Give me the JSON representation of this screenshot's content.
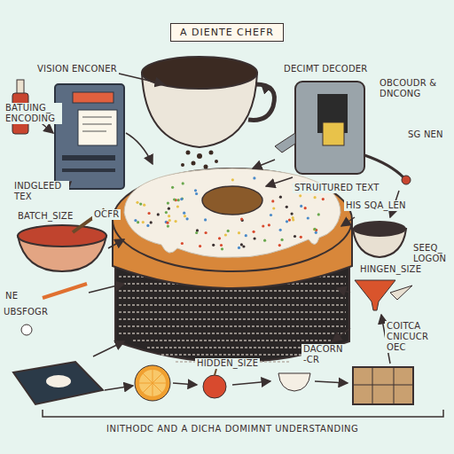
{
  "diagram": {
    "title": "A DIENTE CHEFR",
    "caption": "INITHODC AND A DICHA DOMIMNT UNDERSTANDING",
    "labels": [
      "VISION ENCONER",
      "BATUING_ ENCODING",
      "INDGLEED TEX",
      "OCFR",
      "BATCH_SIZE",
      "NE",
      "UBSFOGR",
      "DECIMT DECODER",
      "OBCOUDR & DNCONG",
      "SG NEN",
      "STRUITURED TEXT",
      "HIS SQA_LEN",
      "SEEQ_ LOGON",
      "HINGEN_SIZE",
      "DACORN -CR",
      "COITCA CNICUCR OEC",
      "HIDDEN_SIZE"
    ]
  }
}
